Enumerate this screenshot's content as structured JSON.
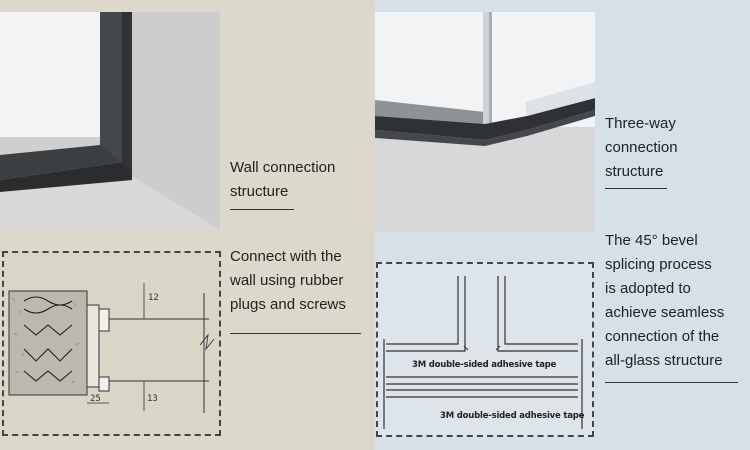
{
  "left": {
    "heading": "Wall connection\nstructure",
    "body": "Connect with the\nwall using rubber\nplugs and screws",
    "drawing_labels": {
      "dim_top": "12",
      "dim_bottom_left": "25",
      "dim_bottom_right": "13"
    }
  },
  "right": {
    "heading": "Three-way\nconnection\nstructure",
    "body": "The 45° bevel\nsplicing process\nis adopted to\nachieve seamless\nconnection of the\nall-glass structure",
    "tape_label_top": "3M double-sided adhesive tape",
    "tape_label_bottom": "3M double-sided adhesive tape"
  },
  "colors": {
    "left_bg": "#dcd8cb",
    "right_bg": "#d6e0e6",
    "frame": "#3a3d40"
  }
}
